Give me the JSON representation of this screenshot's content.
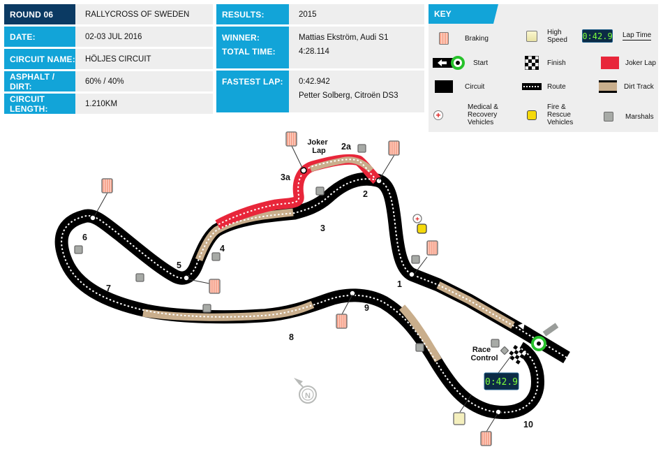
{
  "event": {
    "rows": [
      {
        "label": "ROUND 06",
        "value": "RALLYCROSS OF SWEDEN"
      },
      {
        "label": "DATE:",
        "value": "02-03 JUL 2016"
      },
      {
        "label": "CIRCUIT NAME:",
        "value": "HÖLJES CIRCUIT"
      },
      {
        "label": "ASPHALT / DIRT:",
        "value": "60% / 40%"
      },
      {
        "label": "CIRCUIT LENGTH:",
        "value": "1.210KM"
      }
    ]
  },
  "results": {
    "results_label": "RESULTS:",
    "results_value": "2015",
    "winner_label": "WINNER:",
    "winner_value": "Mattias Ekström, Audi S1",
    "total_time_label": "TOTAL TIME:",
    "total_time_value": "4:28.114",
    "fastest_lap_label": "FASTEST LAP:",
    "fastest_lap_time": "0:42.942",
    "fastest_lap_driver": "Petter Solberg, Citroën DS3"
  },
  "key": {
    "title": "KEY",
    "braking": "Braking",
    "high_speed": [
      "High",
      "Speed"
    ],
    "lap_time": "Lap Time",
    "lap_time_display": "0:42.9",
    "start": "Start",
    "finish": "Finish",
    "joker_lap": "Joker Lap",
    "circuit": "Circuit",
    "route": "Route",
    "dirt_track": "Dirt Track",
    "medical": [
      "Medical &",
      "Recovery",
      "Vehicles"
    ],
    "fire": [
      "Fire &",
      "Rescue",
      "Vehicles"
    ],
    "marshals": "Marshals"
  },
  "map": {
    "turns": {
      "t1": "1",
      "t2": "2",
      "t2a": "2a",
      "t3": "3",
      "t3a": "3a",
      "t4": "4",
      "t5": "5",
      "t6": "6",
      "t7": "7",
      "t8": "8",
      "t9": "9",
      "t10": "10"
    },
    "joker_label": [
      "Joker",
      "Lap"
    ],
    "race_control": [
      "Race",
      "Control"
    ],
    "lap_time_display": "0:42.9",
    "compass_letter": "N"
  },
  "colors": {
    "accent_blue": "#12a4d8",
    "dark_blue": "#0b3a63",
    "joker_red": "#e8263a",
    "dirt": "#c9ae8c",
    "asphalt": "#000000"
  }
}
